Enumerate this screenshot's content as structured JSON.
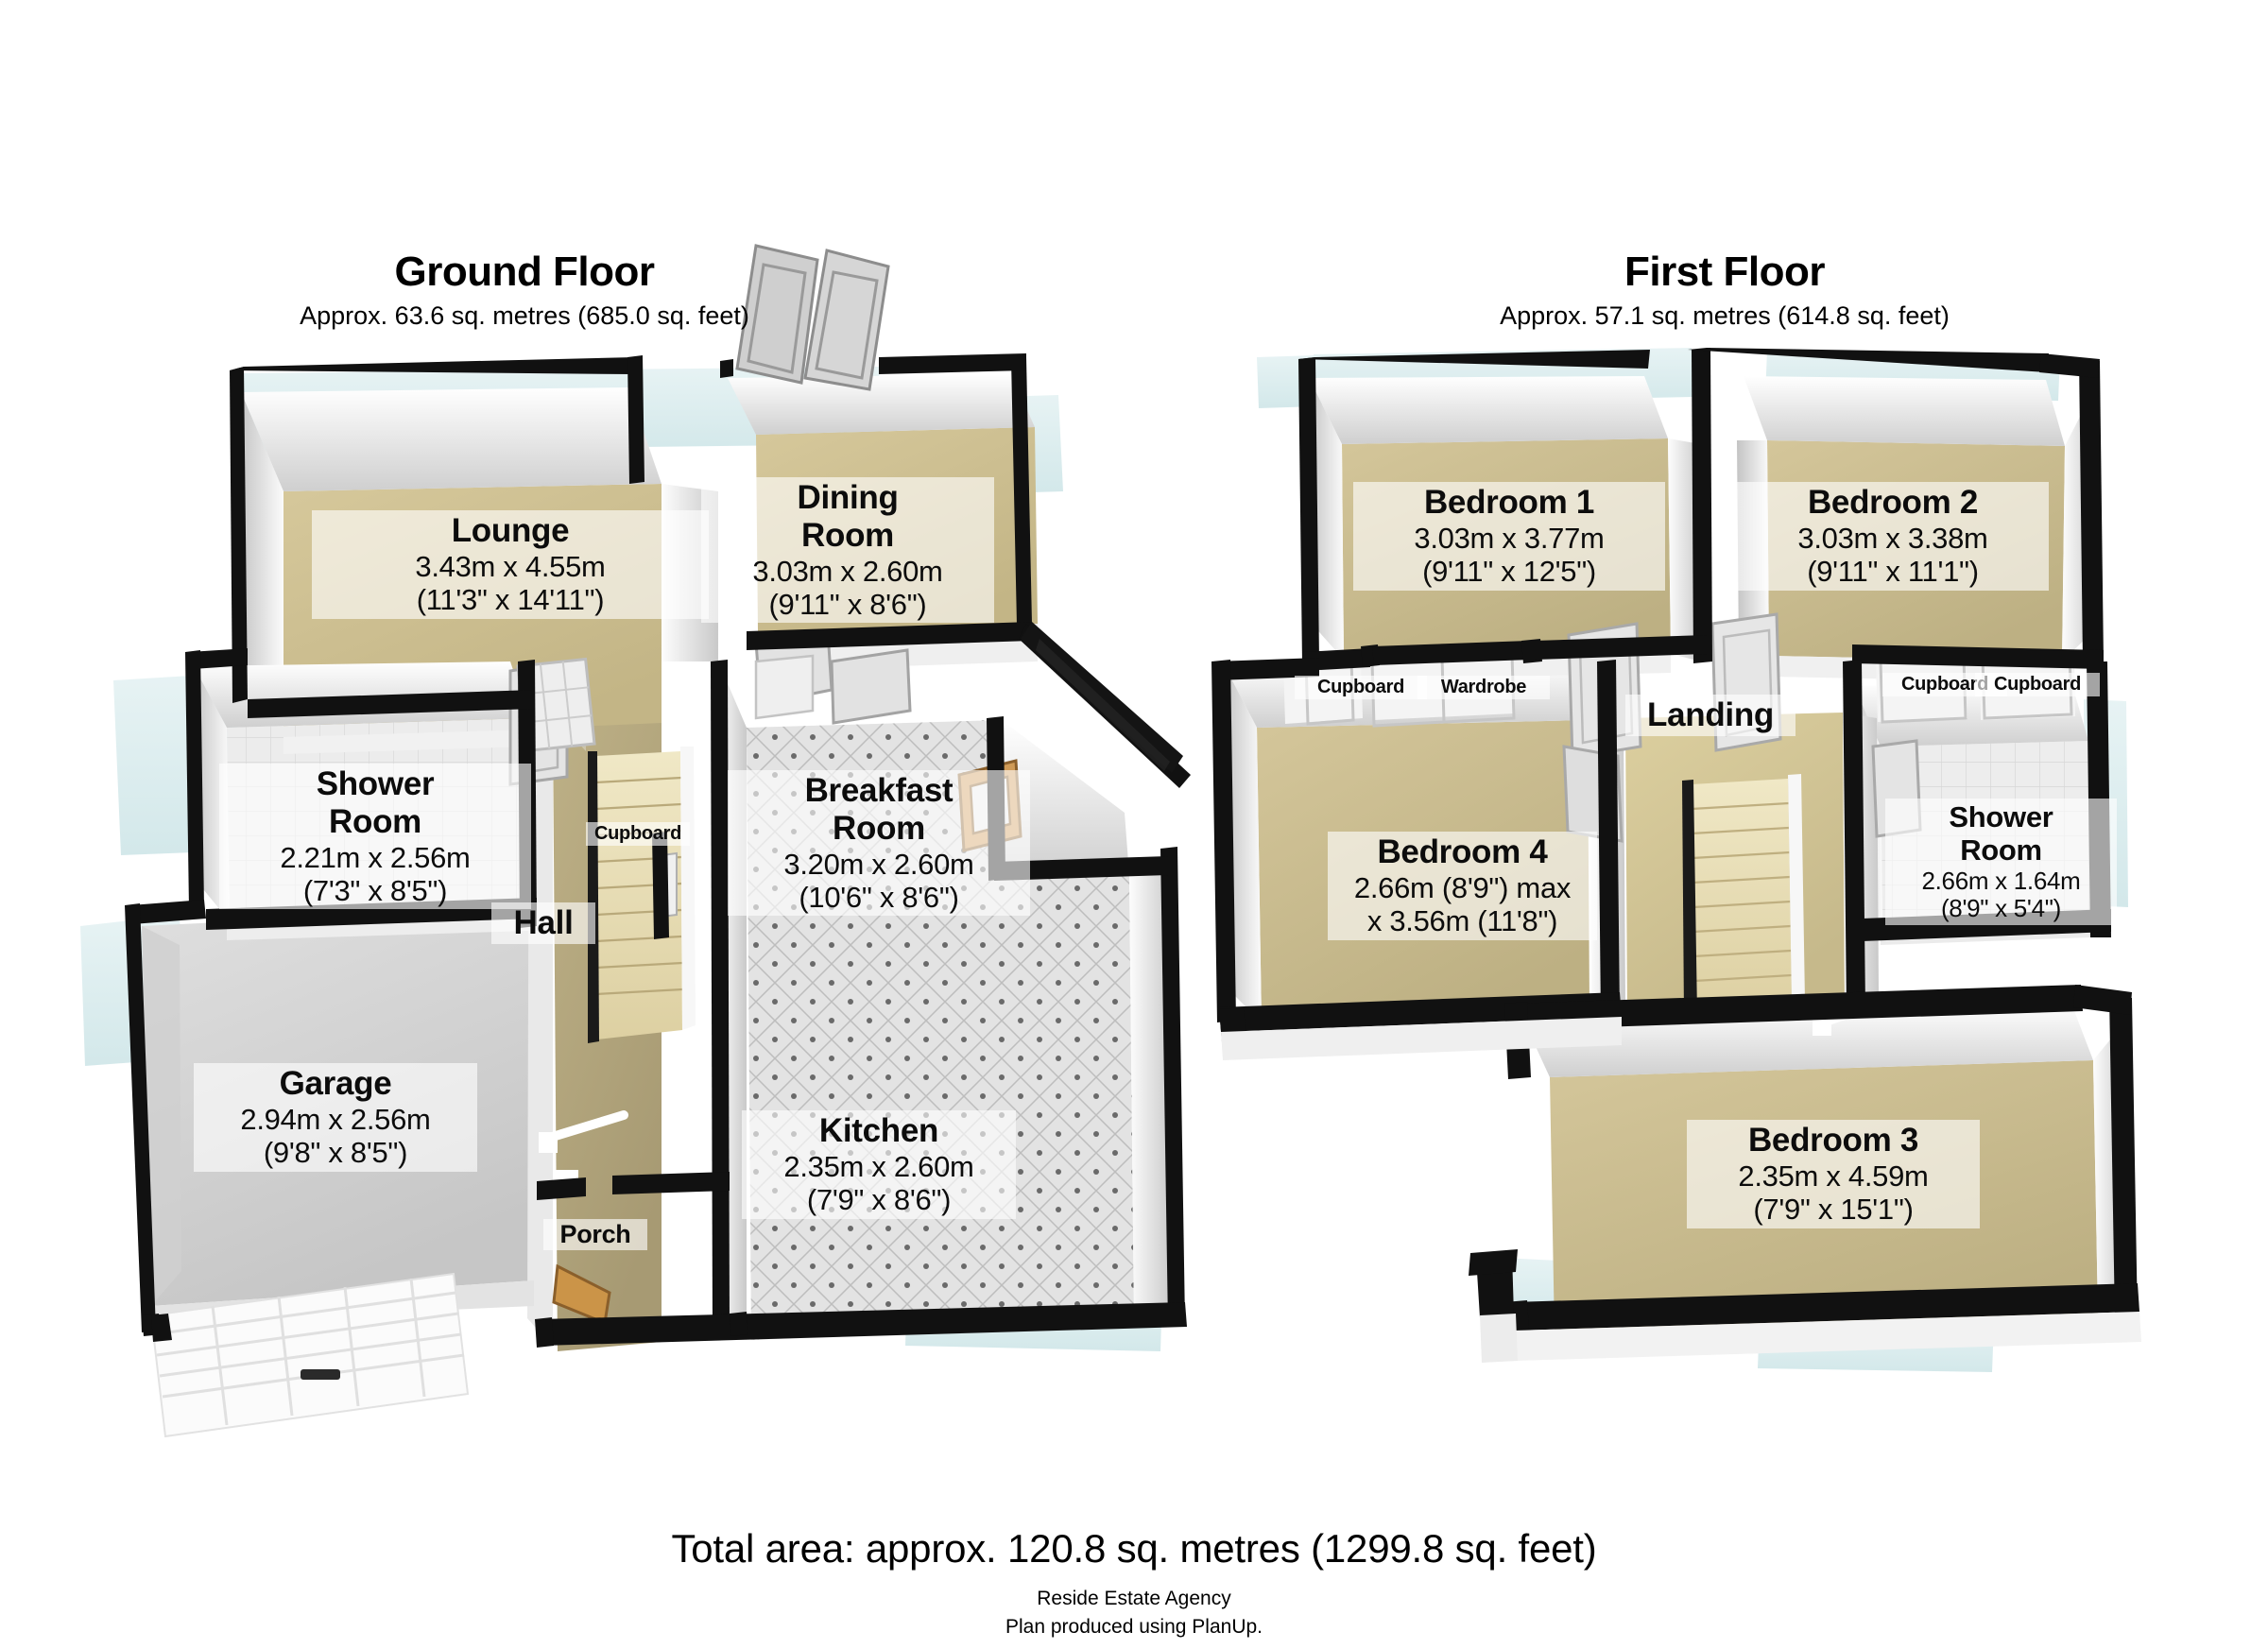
{
  "document": {
    "type": "floor-plan",
    "total_area": "Total area: approx. 120.8 sq. metres (1299.8 sq. feet)",
    "agency": "Reside Estate Agency",
    "producer": "Plan produced using PlanUp."
  },
  "floors": [
    {
      "id": "ground",
      "title": "Ground Floor",
      "subtitle": "Approx. 63.6 sq. metres (685.0 sq. feet)",
      "rooms": [
        {
          "key": "lounge",
          "name": "Lounge",
          "dim_m": "3.43m x 4.55m",
          "dim_ft": "(11'3\" x 14'11\")"
        },
        {
          "key": "dining",
          "name": "Dining",
          "name2": "Room",
          "dim_m": "3.03m x 2.60m",
          "dim_ft": "(9'11\" x 8'6\")"
        },
        {
          "key": "shower",
          "name": "Shower",
          "name2": "Room",
          "dim_m": "2.21m x 2.56m",
          "dim_ft": "(7'3\" x 8'5\")"
        },
        {
          "key": "breakfast",
          "name": "Breakfast",
          "name2": "Room",
          "dim_m": "3.20m x 2.60m",
          "dim_ft": "(10'6\" x 8'6\")"
        },
        {
          "key": "garage",
          "name": "Garage",
          "dim_m": "2.94m x 2.56m",
          "dim_ft": "(9'8\" x 8'5\")"
        },
        {
          "key": "kitchen",
          "name": "Kitchen",
          "dim_m": "2.35m x 2.60m",
          "dim_ft": "(7'9\" x 8'6\")"
        },
        {
          "key": "hall",
          "name": "Hall"
        },
        {
          "key": "porch",
          "name": "Porch"
        },
        {
          "key": "cupboard_gf",
          "name": "Cupboard"
        }
      ]
    },
    {
      "id": "first",
      "title": "First Floor",
      "subtitle": "Approx. 57.1 sq. metres (614.8 sq. feet)",
      "rooms": [
        {
          "key": "bed1",
          "name": "Bedroom 1",
          "dim_m": "3.03m x 3.77m",
          "dim_ft": "(9'11\" x 12'5\")"
        },
        {
          "key": "bed2",
          "name": "Bedroom 2",
          "dim_m": "3.03m x 3.38m",
          "dim_ft": "(9'11\" x 11'1\")"
        },
        {
          "key": "bed4",
          "name": "Bedroom 4",
          "dim_m": "2.66m (8'9\") max",
          "dim_ft": "x 3.56m (11'8\")"
        },
        {
          "key": "bed3",
          "name": "Bedroom 3",
          "dim_m": "2.35m x 4.59m",
          "dim_ft": "(7'9\" x 15'1\")"
        },
        {
          "key": "shower_ff",
          "name": "Shower",
          "name2": "Room",
          "dim_m": "2.66m x 1.64m",
          "dim_ft": "(8'9\" x 5'4\")"
        },
        {
          "key": "landing",
          "name": "Landing"
        },
        {
          "key": "cupboard_ff_1",
          "name": "Cupboard"
        },
        {
          "key": "wardrobe_ff",
          "name": "Wardrobe"
        },
        {
          "key": "cupboard_ff_2",
          "name": "Cupboard"
        },
        {
          "key": "cupboard_ff_3",
          "name": "Cupboard"
        }
      ]
    }
  ],
  "colors": {
    "wall": "#111111",
    "floor_carpet_beige": "#cdbf92",
    "floor_carpet_tan": "#b9ad83",
    "floor_tile_light": "#e8e8e8",
    "floor_concrete": "#d8d8d8",
    "wall_face_light": "#f2f2f2",
    "wall_face_shade": "#d0d0d0",
    "glass_blue": "#dcecee",
    "stair_tread": "#e6dcb4",
    "label_bg": "#ffffff",
    "text": "#000000"
  }
}
